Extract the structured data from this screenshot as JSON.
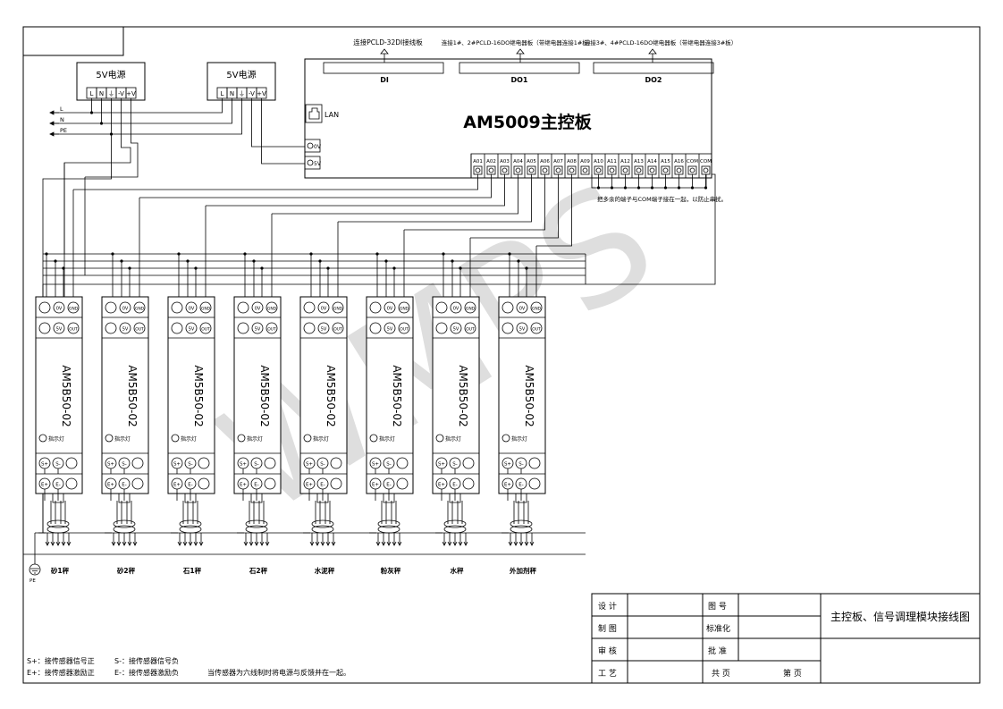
{
  "top_labels": {
    "di": "连接PCLD-32DI接线板",
    "do1": "连接1#、2#PCLD-16DO继电器板（带继电器连接1#板）",
    "do2": "连接3#、4#PCLD-16DO继电器板（带继电器连接3#板）"
  },
  "connectors": {
    "di": "DI",
    "do1": "DO1",
    "do2": "DO2"
  },
  "main_board": {
    "title": "AM5009主控板",
    "lan": "LAN",
    "power_pins": [
      "0V",
      "5V"
    ],
    "ao_pins": [
      "A01",
      "A02",
      "A03",
      "A04",
      "A05",
      "A06",
      "A07",
      "A08",
      "A09",
      "A10",
      "A11",
      "A12",
      "A13",
      "A14",
      "A15",
      "A16",
      "COM",
      "COM"
    ],
    "note": "把多余的端子与COM端子接在一起，以防止串扰。"
  },
  "psu": [
    {
      "title": "5V电源",
      "terminals": [
        "L",
        "N",
        "⏚",
        "-V",
        "+V"
      ]
    },
    {
      "title": "5V电源",
      "terminals": [
        "L",
        "N",
        "⏚",
        "-V",
        "+V"
      ]
    }
  ],
  "mains": [
    "L",
    "N",
    "PE"
  ],
  "modules": {
    "model": "AM5B50-02",
    "top_row1": [
      "0V",
      "GND"
    ],
    "top_row2": [
      "5V",
      "OUT"
    ],
    "indicator": "指示灯",
    "sig_row": [
      "S+",
      "S-"
    ],
    "exc_row": [
      "E+",
      "E-"
    ]
  },
  "scales": [
    "砂1秤",
    "砂2秤",
    "石1秤",
    "石2秤",
    "水泥秤",
    "粉灰秤",
    "水秤",
    "外加剂秤"
  ],
  "pe_label": "PE",
  "legend": {
    "line1a": "S+：接传感器信号正",
    "line1b": "S-：接传感器信号负",
    "line2a": "E+：接传感器激励正",
    "line2b": "E-：接传感器激励负",
    "note": "当传感器为六线制时将电源与反馈并在一起。"
  },
  "title_block": {
    "design": "设  计",
    "draw": "制  图",
    "review": "审  核",
    "craft": "工  艺",
    "fig_no": "图  号",
    "standard": "标准化",
    "approve": "批  准",
    "total_pages": "共      页",
    "page_no": "第  页",
    "title": "主控板、信号调理模块接线图"
  },
  "watermark": "WMPS"
}
